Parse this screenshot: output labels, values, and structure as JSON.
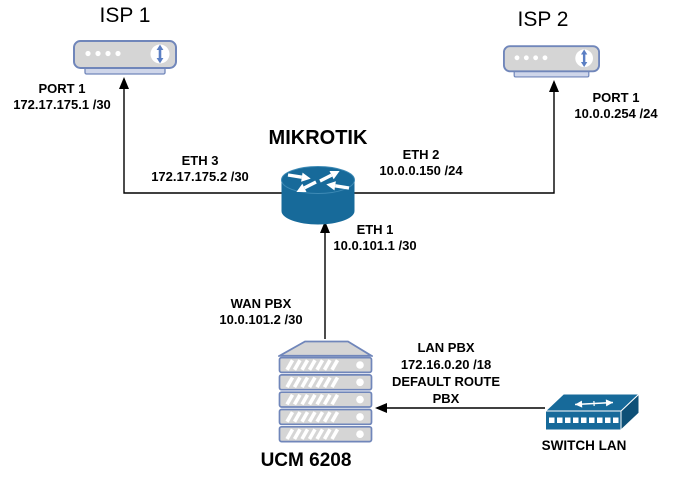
{
  "diagram": {
    "type": "network-topology",
    "nodes": {
      "isp1": {
        "title": "ISP 1",
        "device": "modem"
      },
      "isp2": {
        "title": "ISP 2",
        "device": "modem"
      },
      "mikrotik": {
        "title": "MIKROTIK",
        "device": "router"
      },
      "ucm": {
        "title": "UCM 6208",
        "device": "rack-server"
      },
      "switch_lan": {
        "title": "SWITCH LAN",
        "device": "switch"
      }
    },
    "labels": {
      "isp1_port": {
        "lines": [
          "PORT 1",
          "172.17.175.1 /30"
        ]
      },
      "isp2_port": {
        "lines": [
          "PORT 1",
          "10.0.0.254 /24"
        ]
      },
      "eth3": {
        "lines": [
          "ETH 3",
          "172.17.175.2 /30"
        ]
      },
      "eth2": {
        "lines": [
          "ETH 2",
          "10.0.0.150 /24"
        ]
      },
      "eth1": {
        "lines": [
          "ETH 1",
          "10.0.101.1 /30"
        ]
      },
      "wan_pbx": {
        "lines": [
          "WAN PBX",
          "10.0.101.2 /30"
        ]
      },
      "lan_pbx": {
        "lines": [
          "LAN PBX",
          "172.16.0.20 /18",
          "DEFAULT ROUTE",
          "PBX"
        ]
      }
    },
    "connections": [
      {
        "from": "mikrotik",
        "from_port": "ETH 3",
        "to": "isp1",
        "to_port": "PORT 1",
        "arrow_at": "isp1"
      },
      {
        "from": "mikrotik",
        "from_port": "ETH 2",
        "to": "isp2",
        "to_port": "PORT 1",
        "arrow_at": "isp2"
      },
      {
        "from": "ucm",
        "from_port": "WAN PBX",
        "to": "mikrotik",
        "to_port": "ETH 1",
        "arrow_at": "mikrotik"
      },
      {
        "from": "switch_lan",
        "to": "ucm",
        "to_port": "LAN PBX",
        "arrow_at": "ucm"
      }
    ],
    "colors": {
      "device_blue": "#176a9a",
      "device_blue_dark": "#0e5077",
      "gray_fill": "#d5d5d5",
      "blue_stroke": "#7086ba",
      "modem_arrow_blue": "#5b7fc4",
      "line_black": "#000000",
      "text": "#000000",
      "background": "#ffffff"
    }
  }
}
